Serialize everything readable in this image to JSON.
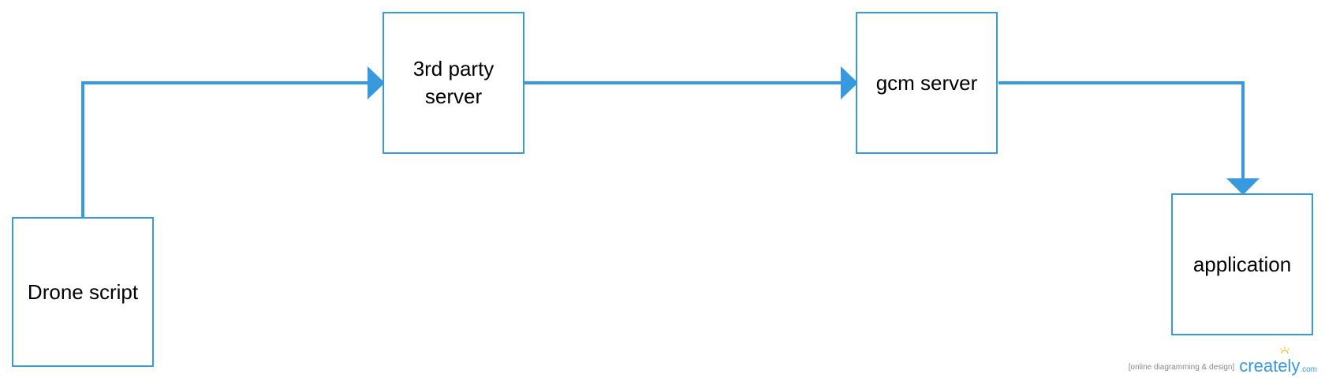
{
  "diagram": {
    "nodes": {
      "drone_script": {
        "label": "Drone script"
      },
      "third_party_server": {
        "line1": "3rd party",
        "line2": "server"
      },
      "gcm_server": {
        "label": "gcm server"
      },
      "application": {
        "label": "application"
      }
    },
    "edges": [
      {
        "from": "Drone script",
        "to": "3rd party server"
      },
      {
        "from": "3rd party server",
        "to": "gcm server"
      },
      {
        "from": "gcm server",
        "to": "application"
      }
    ]
  },
  "watermark": {
    "tagline": "[online diagramming & design]",
    "logo": "creately",
    "logo_suffix": ".com"
  },
  "colors": {
    "accent": "#3899de",
    "text": "#000000",
    "watermark_text": "#888888",
    "logo_sun": "#f5b31b"
  }
}
